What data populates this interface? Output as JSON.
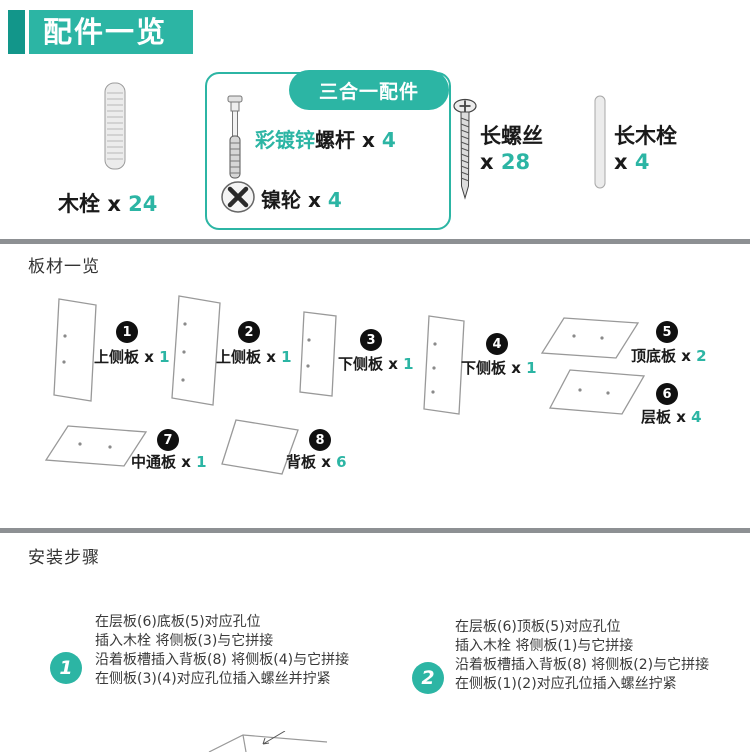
{
  "accent_color": "#2cb5a4",
  "header": {
    "title": "配件一览"
  },
  "labels": {
    "times": "x"
  },
  "parts": {
    "dowel": {
      "label": "木栓",
      "count": "24"
    },
    "combo": {
      "badge": "三合一配件",
      "screw": {
        "accent": "彩镀锌",
        "label": "螺杆",
        "count": "4"
      },
      "wheel": {
        "label": "镍轮",
        "count": "4"
      }
    },
    "long_screw": {
      "label": "长螺丝",
      "count": "28"
    },
    "long_dowel": {
      "label": "长木栓",
      "count": "4"
    }
  },
  "boards": {
    "title": "板材一览",
    "items": [
      {
        "num": "1",
        "label": "上侧板",
        "count": "1"
      },
      {
        "num": "2",
        "label": "上侧板",
        "count": "1"
      },
      {
        "num": "3",
        "label": "下侧板",
        "count": "1"
      },
      {
        "num": "4",
        "label": "下侧板",
        "count": "1"
      },
      {
        "num": "5",
        "label": "顶底板",
        "count": "2"
      },
      {
        "num": "6",
        "label": "层板",
        "count": "4"
      },
      {
        "num": "7",
        "label": "中通板",
        "count": "1"
      },
      {
        "num": "8",
        "label": "背板",
        "count": "6"
      }
    ]
  },
  "steps": {
    "title": "安装步骤",
    "items": [
      {
        "num": "1",
        "lines": [
          "在层板(6)底板(5)对应孔位",
          "插入木栓 将侧板(3)与它拼接",
          "沿着板槽插入背板(8) 将侧板(4)与它拼接",
          "在侧板(3)(4)对应孔位插入螺丝并拧紧"
        ]
      },
      {
        "num": "2",
        "lines": [
          "在层板(6)顶板(5)对应孔位",
          "插入木栓 将侧板(1)与它拼接",
          "沿着板槽插入背板(8) 将侧板(2)与它拼接",
          "在侧板(1)(2)对应孔位插入螺丝拧紧"
        ]
      }
    ]
  }
}
